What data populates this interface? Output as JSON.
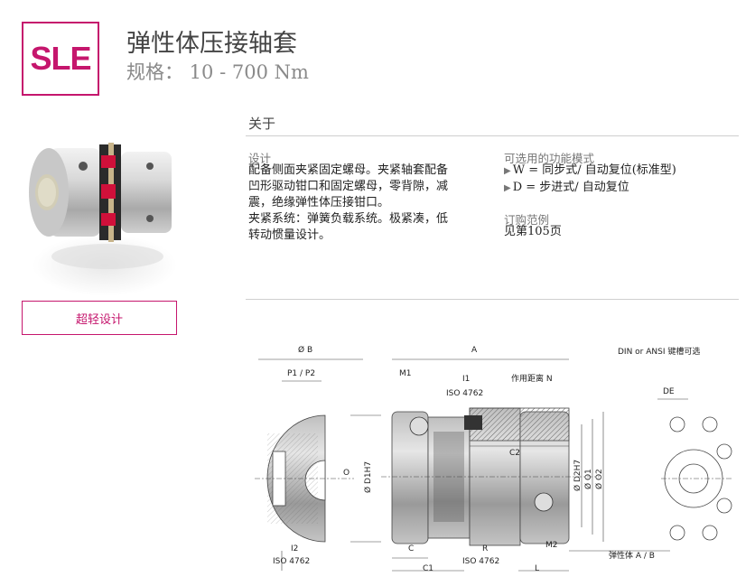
{
  "header": {
    "logo_text": "SLE",
    "title": "弹性体压接轴套",
    "subtitle": "规格： 10 - 700 Nm"
  },
  "colors": {
    "accent": "#c5166d",
    "text": "#333333",
    "muted": "#8a8a8a"
  },
  "button": {
    "label": "超轻设计"
  },
  "about": {
    "heading": "关于",
    "design_label": "设计",
    "design_lines": [
      "配备侧面夹紧固定螺母。夹紧轴套配备",
      "凹形驱动钳口和固定螺母，零背隙，减",
      "震，绝缘弹性体压接钳口。",
      "夹紧系统：弹簧负载系统。极紧凑，低",
      "转动惯量设计。"
    ],
    "modes_label": "可选用的功能模式",
    "modes": [
      "W = 同步式/ 自动复位(标准型)",
      "D = 步进式/ 自动复位"
    ],
    "order_label": "订购范例",
    "order_text": "见第105页"
  },
  "drawing": {
    "phi_b": "Ø B",
    "a": "A",
    "p": "P1 / P2",
    "m1": "M1",
    "i1": "I1",
    "iso_top": "ISO 4762",
    "distance": "作用距离  N",
    "din": "DIN or ANSI 键槽可选",
    "de": "DE",
    "o": "O",
    "d1": "Ø D1H7",
    "c2": "C2",
    "d2": "Ø D2H7",
    "o1": "Ø O1",
    "o2": "Ø O2",
    "i2": "I2",
    "iso_left": "ISO 4762",
    "c": "C",
    "r": "R",
    "iso_bottom": "ISO 4762",
    "m2": "M2",
    "c1": "C1",
    "l": "L",
    "elastomer": "弹性体 A / B"
  }
}
